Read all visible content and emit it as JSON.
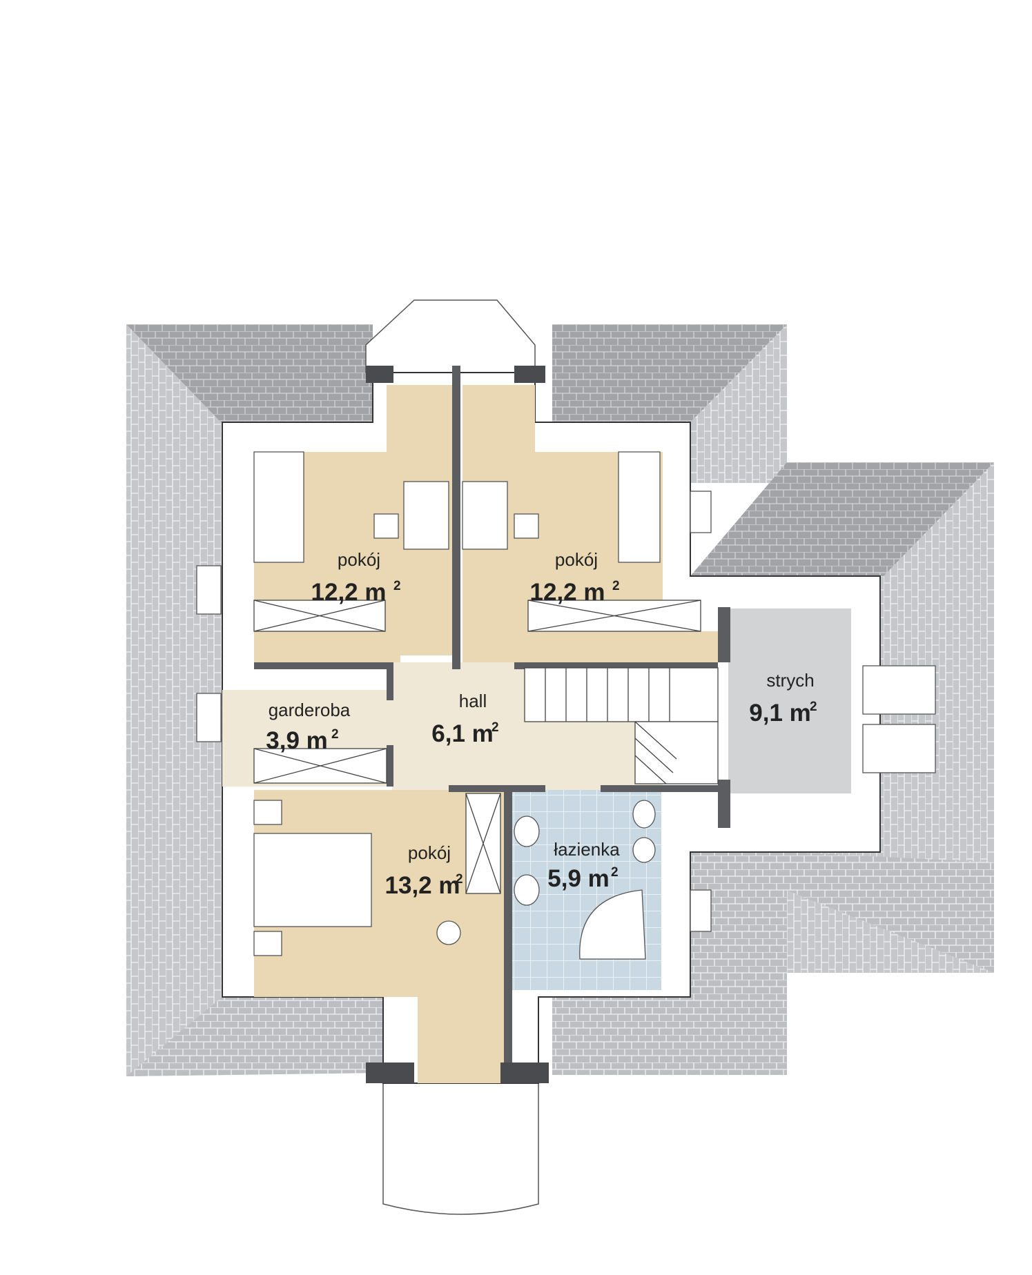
{
  "colors": {
    "roof": "#bdbec1",
    "roof_dark": "#9fa0a4",
    "wall": "#8d8e91",
    "room_beige": "#e9d8b3",
    "hall": "#f0e8d6",
    "bath": "#c9d9e4",
    "attic": "#d2d3d5"
  },
  "rooms": [
    {
      "id": "pokoj_nw",
      "name": "pokój",
      "area": "12,2 m",
      "sup": "2"
    },
    {
      "id": "pokoj_ne",
      "name": "pokój",
      "area": "12,2 m",
      "sup": "2"
    },
    {
      "id": "garderoba",
      "name": "garderoba",
      "area": "3,9 m",
      "sup": "2"
    },
    {
      "id": "hall",
      "name": "hall",
      "area": "6,1 m",
      "sup": "2"
    },
    {
      "id": "strych",
      "name": "strych",
      "area": "9,1 m",
      "sup": "2"
    },
    {
      "id": "pokoj_s",
      "name": "pokój",
      "area": "13,2 m",
      "sup": "2"
    },
    {
      "id": "lazienka",
      "name": "łazienka",
      "area": "5,9 m",
      "sup": "2"
    }
  ]
}
